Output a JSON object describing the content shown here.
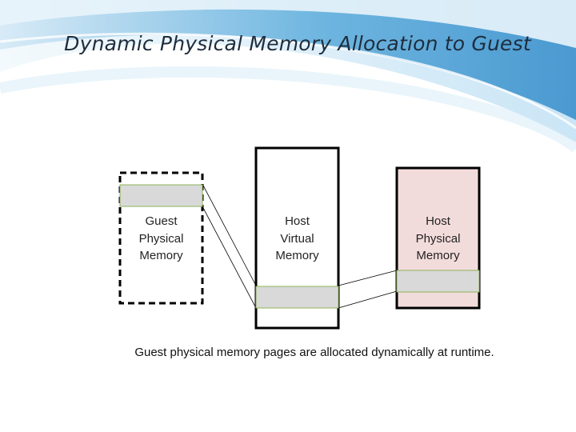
{
  "title": "Dynamic Physical Memory Allocation to Guest",
  "boxes": [
    {
      "id": "guest-physical",
      "label_lines": [
        "Guest",
        "Physical",
        "Memory"
      ],
      "border": "dashed",
      "fill": "#ffffff"
    },
    {
      "id": "host-virtual",
      "label_lines": [
        "Host",
        "Virtual",
        "Memory"
      ],
      "border": "solid",
      "fill": "#ffffff"
    },
    {
      "id": "host-physical",
      "label_lines": [
        "Host",
        "Physical",
        "Memory"
      ],
      "border": "solid",
      "fill": "#f2dcdb"
    }
  ],
  "page_block_color": "#d9d9d9",
  "page_block_border": "#8fb35a",
  "caption": "Guest physical memory pages are allocated dynamically at runtime."
}
